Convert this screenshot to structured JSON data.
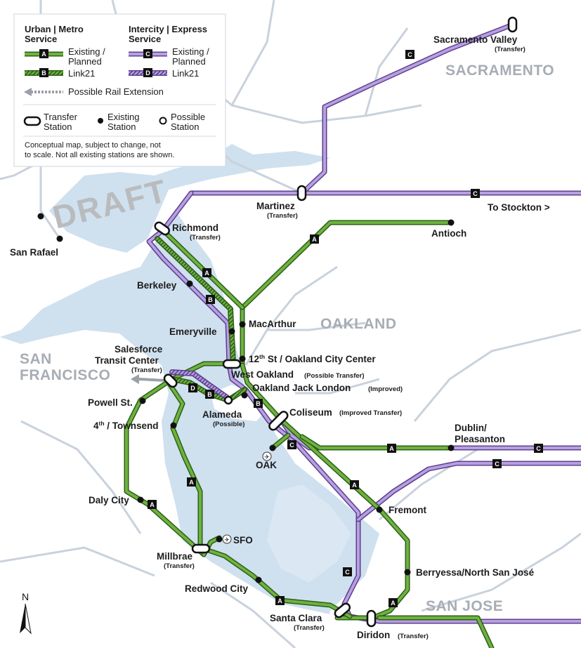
{
  "watermark": "DRAFT",
  "colors": {
    "water": "#cfe0ef",
    "land": "#ffffff",
    "road": "#c9d2dc",
    "green": "#6db33f",
    "green_dark": "#2f5d19",
    "purple": "#b8a0e0",
    "purple_dark": "#5b3f8f",
    "badge": "#111111"
  },
  "legend": {
    "urban_heading_1": "Urban | Metro",
    "urban_heading_2": "Service",
    "intercity_heading_1": "Intercity | Express",
    "intercity_heading_2": "Service",
    "existing_planned_1": "Existing /",
    "existing_planned_2": "Planned",
    "link21": "Link21",
    "badge_a": "A",
    "badge_b": "B",
    "badge_c": "C",
    "badge_d": "D",
    "extension": "Possible Rail Extension",
    "transfer_1": "Transfer",
    "transfer_2": "Station",
    "existing_1": "Existing",
    "existing_2": "Station",
    "possible_1": "Possible",
    "possible_2": "Station",
    "note_1": "Conceptual map, subject to change, not",
    "note_2": "to scale. Not all existing stations are shown."
  },
  "regions": {
    "sacramento": "SACRAMENTO",
    "oakland": "OAKLAND",
    "san_francisco_1": "SAN",
    "san_francisco_2": "FRANCISCO",
    "san_jose": "SAN JOSE"
  },
  "stations": {
    "sacramento_valley": "Sacramento Valley",
    "sacramento_valley_sub": "(Transfer)",
    "martinez": "Martinez",
    "martinez_sub": "(Transfer)",
    "to_stockton": "To Stockton >",
    "antioch": "Antioch",
    "richmond": "Richmond",
    "richmond_sub": "(Transfer)",
    "san_rafael": "San Rafael",
    "berkeley": "Berkeley",
    "macarthur": "MacArthur",
    "emeryville": "Emeryville",
    "twelfth_pre": "12",
    "twelfth_sup": "th",
    "twelfth_post": " St / Oakland City Center",
    "salesforce_1": "Salesforce",
    "salesforce_2": "Transit Center",
    "salesforce_sub": "(Transfer)",
    "west_oakland": "West Oakland",
    "west_oakland_sub": "(Possible Transfer)",
    "jack_london": "Oakland Jack London",
    "jack_london_sub": "(Improved)",
    "coliseum": "Coliseum",
    "coliseum_sub": "(Improved Transfer)",
    "powell": "Powell St.",
    "alameda": "Alameda",
    "alameda_sub": "(Possible)",
    "fourth_pre": "4",
    "fourth_sup": "th",
    "fourth_post": " / Townsend",
    "oak": "OAK",
    "dublin_1": "Dublin/",
    "dublin_2": "Pleasanton",
    "daly_city": "Daly City",
    "fremont": "Fremont",
    "sfo": "SFO",
    "millbrae": "Millbrae",
    "millbrae_sub": "(Transfer)",
    "berryessa": "Berryessa/North San José",
    "redwood_city": "Redwood City",
    "santa_clara": "Santa Clara",
    "santa_clara_sub": "(Transfer)",
    "diridon": "Diridon",
    "diridon_sub": "(Transfer)"
  },
  "compass": "N",
  "line_badges": {
    "a": "A",
    "b": "B",
    "c": "C",
    "d": "D"
  }
}
